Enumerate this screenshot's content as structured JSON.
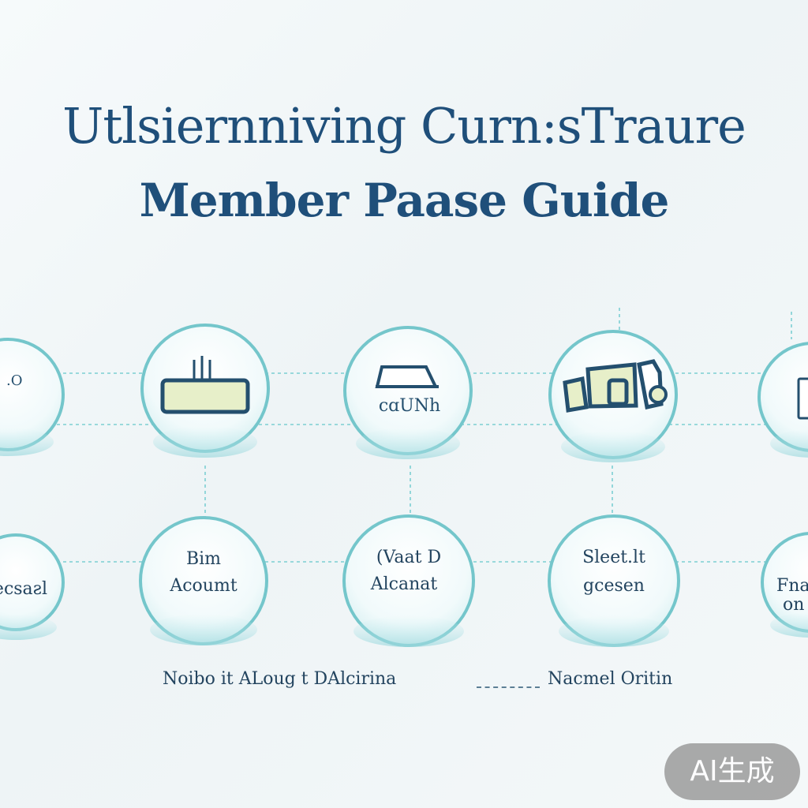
{
  "header": {
    "title_line_1": "Utlsiernniving Curn:sTraure",
    "title_line_2": "Member Paase Guide"
  },
  "nodes": {
    "top_left_partial": "",
    "top_center_label": "ϲɑUNh",
    "bottom_left_partial": "ecsaƨl",
    "bottom_1_line_1": "Bim",
    "bottom_1_line_2": "Acoumt",
    "bottom_2_line_1": "(Vaat D",
    "bottom_2_line_2": "Alcanat",
    "bottom_3_line_1": "Sleet.lt",
    "bottom_3_line_2": "gcesen",
    "bottom_right_line_1": "Fna",
    "bottom_right_line_2": "on"
  },
  "footer": {
    "left_text": "Noibo it ALoug t DAlcirina",
    "right_text": "Nacmel Oritin"
  },
  "badge": {
    "label": "AI生成"
  },
  "colors": {
    "primary_text": "#1f4f7a",
    "node_ring": "#74c6cb",
    "node_fill": "#dff4f5",
    "connector": "#67c1c3",
    "icon_stroke": "#244f6e",
    "icon_fill": "#e7efc9"
  },
  "icons": {
    "top_1": "card-icon",
    "top_2": "bus-icon",
    "top_3": "certificate-icon"
  }
}
